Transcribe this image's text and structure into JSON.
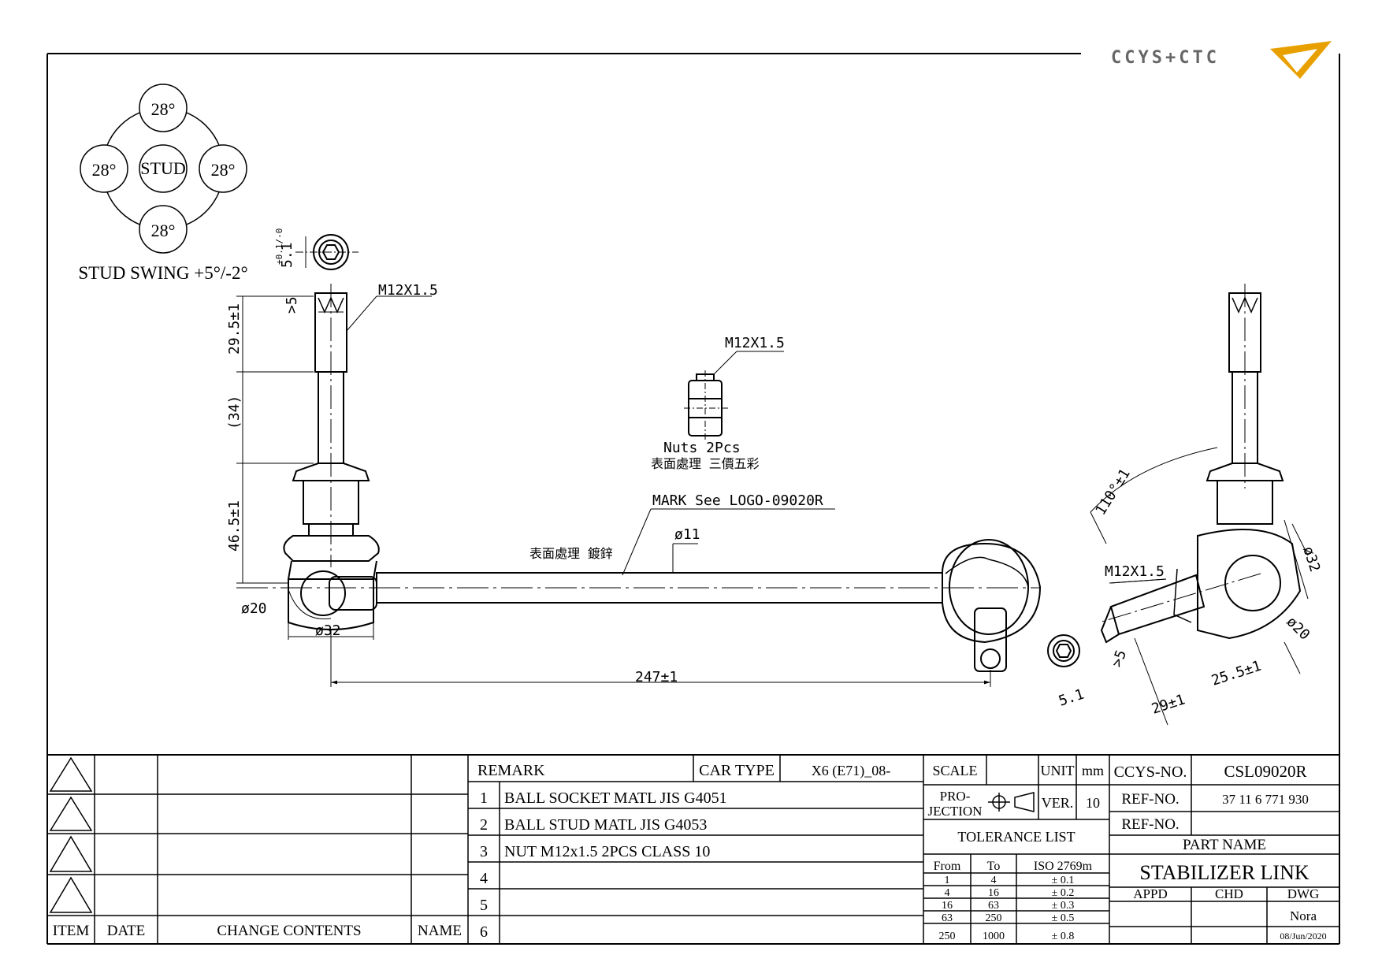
{
  "logo": {
    "text": "CCYS+CTC",
    "accent": "#e8a000",
    "gray": "#666666"
  },
  "stud_diagram": {
    "center": "STUD",
    "angles": [
      "28°",
      "28°",
      "28°",
      "28°"
    ],
    "caption": "STUD SWING +5°/-2°"
  },
  "dims": {
    "hex_small_left": "5.1",
    "hex_tol": "+0.1/-0",
    "thread_gt5": ">5",
    "thread_len": "29.5±1",
    "shank": "(34)",
    "housing": "46.5±1",
    "dia20_left": "ø20",
    "dia32_left": "ø32",
    "center_len": "247±1",
    "rod_dia": "ø11",
    "thread_left": "M12X1.5",
    "thread_nut": "M12X1.5",
    "thread_right": "M12X1.5",
    "angle": "110°±1",
    "dia32_right": "ø32",
    "dia20_right": "ø20",
    "gt5_right": ">5",
    "len29": "29±1",
    "len25": "25.5±1",
    "hex_small_right": "5.1"
  },
  "notes": {
    "nuts": "Nuts 2Pcs",
    "nuts_finish": "表面處理  三價五彩",
    "mark": "MARK See LOGO-09020R",
    "rod_finish": "表面處理  鍍鋅"
  },
  "revision_table": {
    "headers": {
      "item": "ITEM",
      "date": "DATE",
      "change": "CHANGE CONTENTS",
      "name": "NAME"
    }
  },
  "remarks": {
    "header": "REMARK",
    "car_type_label": "CAR TYPE",
    "car_type": "X6 (E71)_08-",
    "rows": [
      {
        "no": "1",
        "text": "BALL SOCKET MATL JIS G4051"
      },
      {
        "no": "2",
        "text": "BALL STUD MATL JIS G4053"
      },
      {
        "no": "3",
        "text": "NUT M12x1.5 2PCS CLASS 10"
      },
      {
        "no": "4",
        "text": ""
      },
      {
        "no": "5",
        "text": ""
      },
      {
        "no": "6",
        "text": ""
      }
    ]
  },
  "title_block": {
    "scale_label": "SCALE",
    "unit_label": "UNIT",
    "unit": "mm",
    "projection_label_1": "PRO-",
    "projection_label_2": "JECTION",
    "ver_label": "VER.",
    "ver": "10",
    "tolerance_title": "TOLERANCE LIST",
    "tol_headers": [
      "From",
      "To",
      "ISO 2769m"
    ],
    "tol_rows": [
      [
        "1",
        "4",
        "± 0.1"
      ],
      [
        "4",
        "16",
        "± 0.2"
      ],
      [
        "16",
        "63",
        "± 0.3"
      ],
      [
        "63",
        "250",
        "± 0.5"
      ],
      [
        "250",
        "1000",
        "± 0.8"
      ]
    ],
    "ccys_label": "CCYS-NO.",
    "ccys_no": "CSL09020R",
    "ref_label": "REF-NO.",
    "ref_no": "37 11 6 771 930",
    "ref_label2": "REF-NO.",
    "ref_no2": "",
    "part_name_label": "PART NAME",
    "part_name": "STABILIZER LINK",
    "appd": "APPD",
    "chd": "CHD",
    "dwg": "DWG",
    "drawer": "Nora",
    "date": "08/Jun/2020"
  }
}
